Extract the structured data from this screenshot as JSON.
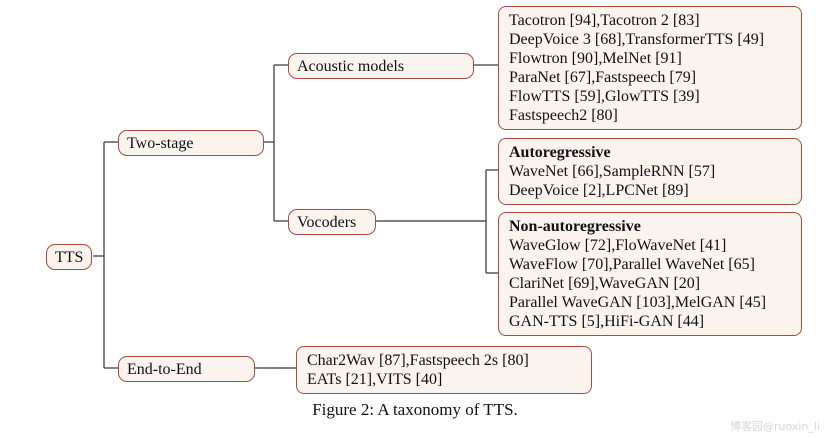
{
  "root": {
    "label": "TTS"
  },
  "two_stage": {
    "label": "Two-stage",
    "acoustic": {
      "label": "Acoustic models",
      "items": [
        "Tacotron [94],Tacotron 2 [83]",
        "DeepVoice 3 [68],TransformerTTS [49]",
        "Flowtron [90],MelNet [91]",
        "ParaNet [67],Fastspeech [79]",
        "FlowTTS [59],GlowTTS [39]",
        "Fastspeech2 [80]"
      ]
    },
    "vocoders": {
      "label": "Vocoders",
      "autoregressive": {
        "heading": "Autoregressive",
        "items": [
          "WaveNet [66],SampleRNN [57]",
          "DeepVoice [2],LPCNet [89]"
        ]
      },
      "non_autoregressive": {
        "heading": "Non-autoregressive",
        "items": [
          "WaveGlow [72],FloWaveNet [41]",
          "WaveFlow [70],Parallel WaveNet [65]",
          "ClariNet [69],WaveGAN [20]",
          "Parallel WaveGAN [103],MelGAN [45]",
          "GAN-TTS [5],HiFi-GAN [44]"
        ]
      }
    }
  },
  "end_to_end": {
    "label": "End-to-End",
    "items": [
      "Char2Wav [87],Fastspeech 2s [80]",
      "EATs [21],VITS [40]"
    ]
  },
  "caption": "Figure 2: A taxonomy of TTS.",
  "watermark": "博客园@ruoxin_li"
}
